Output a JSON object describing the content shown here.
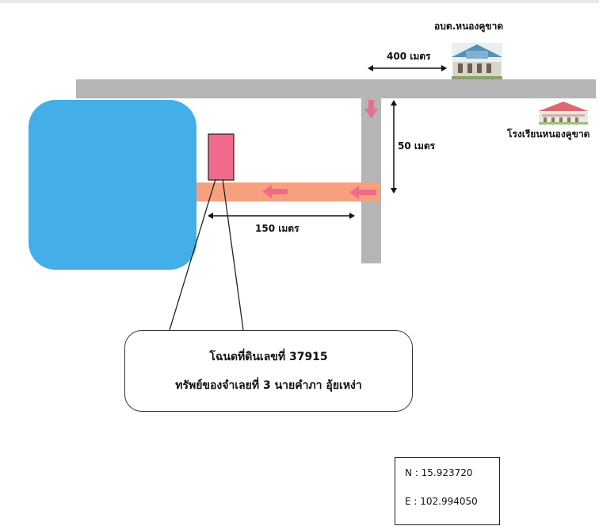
{
  "labels": {
    "office": "อบต.หนองคูขาด",
    "school": "โรงเรียนหนองคูขาด",
    "dist_400": "400 เมตร",
    "dist_50": "50 เมตร",
    "dist_150": "150 เมตร"
  },
  "callout": {
    "line1": "โฉนดที่ดินเลขที่ 37915",
    "line2": "ทรัพย์ของจำเลยที่ 3 นายคำภา  อุ้ยเหง่า"
  },
  "coords": {
    "north": "N : 15.923720",
    "east": "E : 102.994050"
  },
  "colors": {
    "road": "#b5b5b5",
    "lane": "#f7a07d",
    "water": "#43aee8",
    "parcel": "#f06a8c",
    "arrow": "#f06a8c"
  },
  "icons": [
    "office-building-icon",
    "school-building-icon"
  ]
}
